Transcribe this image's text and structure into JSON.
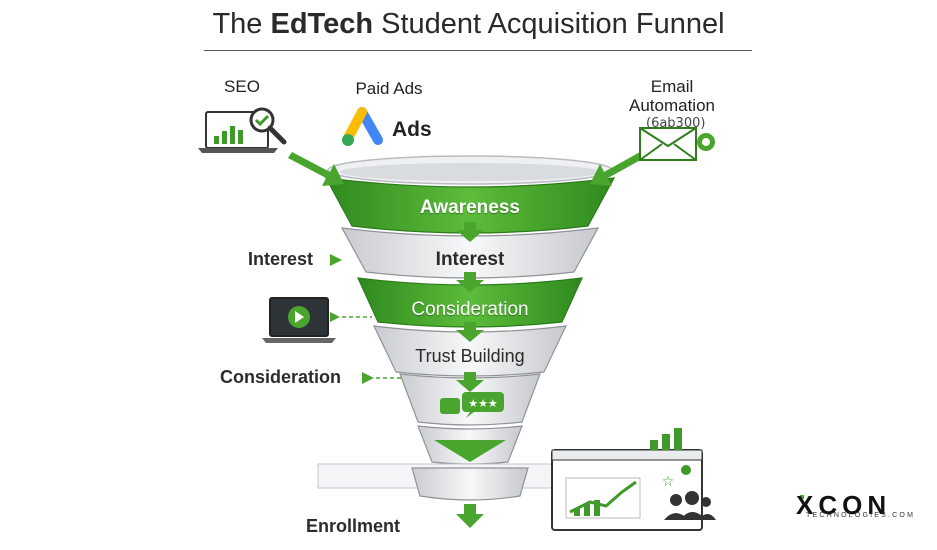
{
  "title": {
    "prefix": "The ",
    "brand": "EdTech",
    "suffix": " Student Acquisition Funnel"
  },
  "sources": {
    "seo": "SEO",
    "paid_ads": "Paid Ads",
    "ads_logo": "Ads",
    "email_line1": "Email",
    "email_line2": "Automation",
    "email_code": "(6ab300)"
  },
  "stages": {
    "awareness": "Awareness",
    "interest": "Interest",
    "consideration": "Consideration",
    "trust": "Trust Building"
  },
  "side_labels": {
    "interest": "Interest",
    "consideration": "Consideration",
    "enrollment": "Enrollment"
  },
  "logo": {
    "name": "XCON",
    "sub": "TECHNOLOGIES.COM"
  },
  "colors": {
    "green": "#4aa52e",
    "dark_green": "#2f7d1d",
    "silver": "#e6e8ea"
  }
}
